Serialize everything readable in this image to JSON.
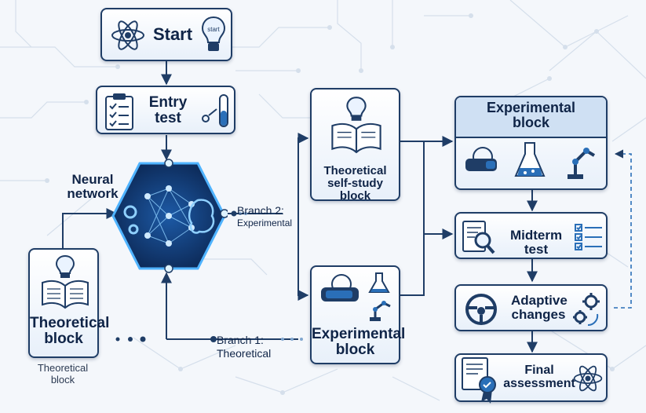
{
  "nodes": {
    "start": {
      "label": "Start",
      "bulb_text": "start"
    },
    "entry_test": {
      "line1": "Entry",
      "line2": "test"
    },
    "neural_network": {
      "line1": "Neural",
      "line2": "network"
    },
    "theoretical_block_left": {
      "line1": "Theoretical",
      "line2": "block",
      "caption_line1": "Theoretical",
      "caption_line2": "block"
    },
    "theoretical_self_study": {
      "line1": "Theoretical",
      "line2": "self-study block"
    },
    "experimental_block_bottom": {
      "line1": "Experimental",
      "line2": "block"
    },
    "experimental_block_top": {
      "line1": "Experimental",
      "line2": "block"
    },
    "midterm_test": {
      "label": "Midterm test"
    },
    "adaptive_changes": {
      "line1": "Adaptive",
      "line2": "changes"
    },
    "final_assessment": {
      "line1": "Final",
      "line2": "assessment"
    }
  },
  "branches": {
    "branch2": {
      "line1": "Branch 2:",
      "line2": "Experimental"
    },
    "branch1": {
      "line1": "Branch 1:",
      "line2": "Theoretical"
    }
  },
  "colors": {
    "navy": "#1f3d66",
    "accent": "#2a6fb8",
    "glow": "#4fb3ff",
    "panel_light": "#e8f0fa"
  }
}
